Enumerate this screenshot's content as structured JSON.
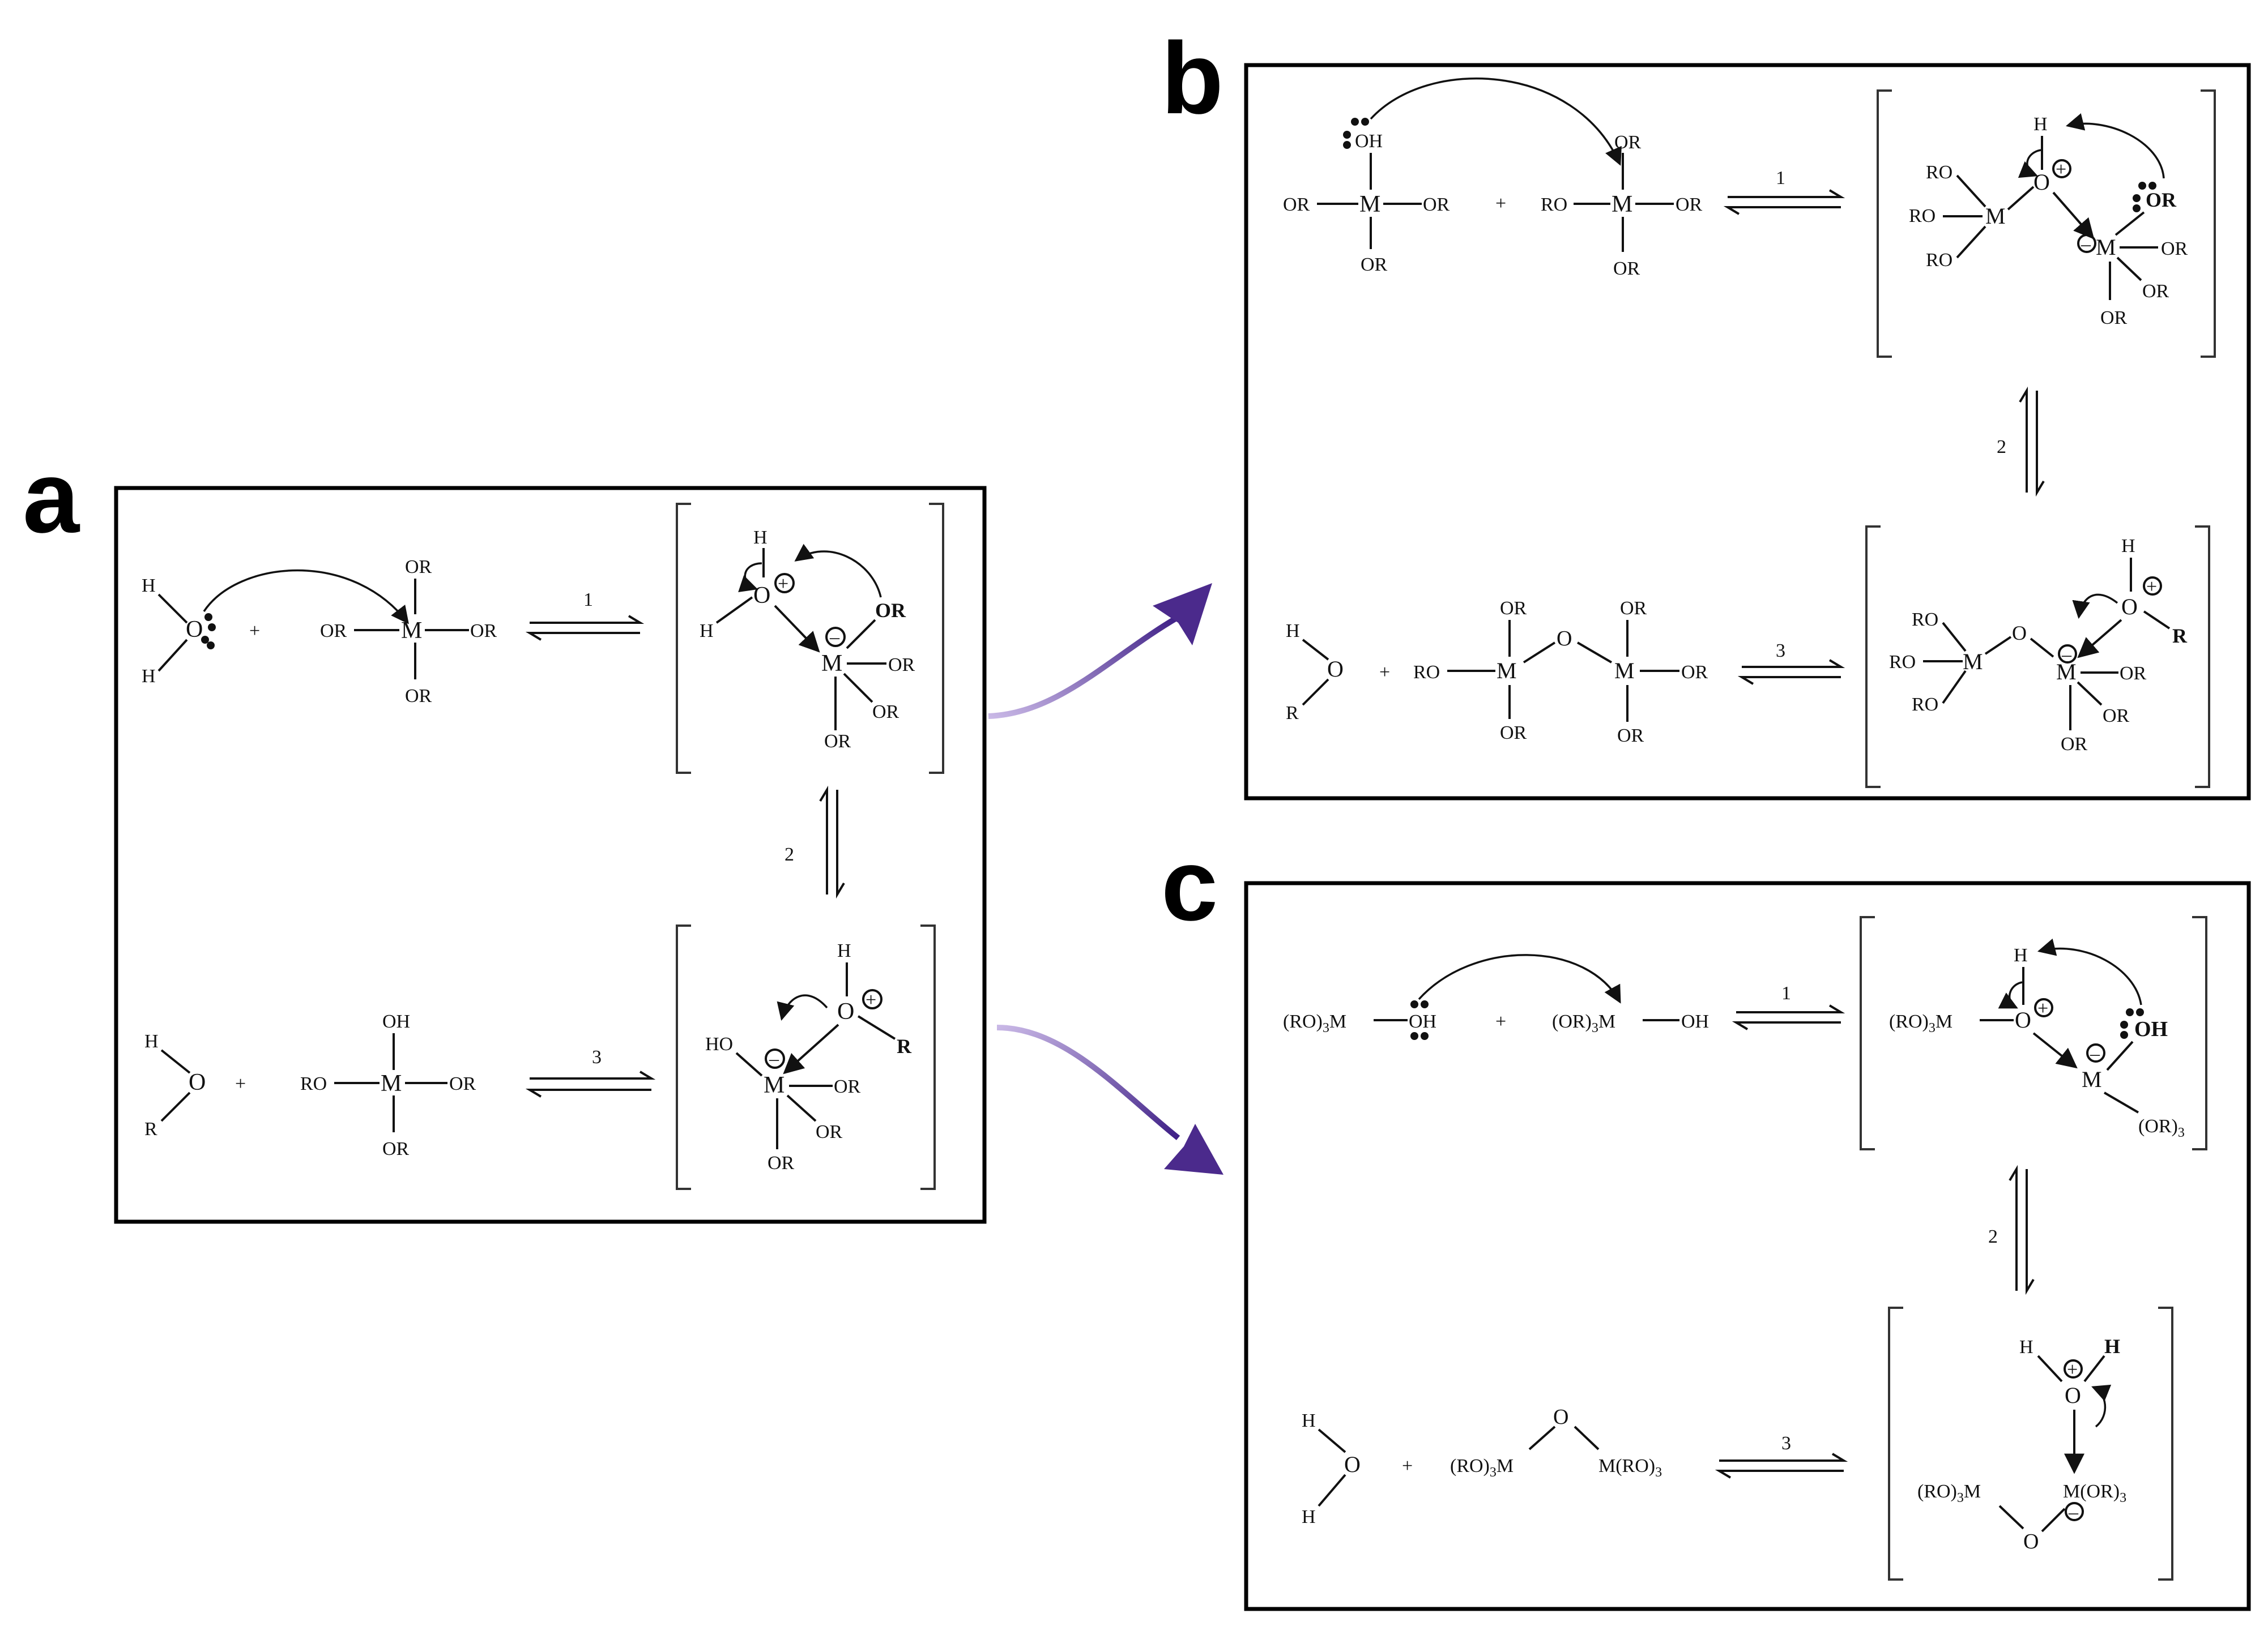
{
  "panels": {
    "a": {
      "letter": "a",
      "labels": {
        "H": "H",
        "O": "O",
        "M": "M",
        "OR": "OR",
        "RO": "RO",
        "OH": "OH",
        "HO": "HO",
        "R": "R",
        "plus": "+",
        "step1": "1",
        "step2": "2",
        "step3": "3"
      }
    },
    "b": {
      "letter": "b",
      "labels": {
        "H": "H",
        "O": "O",
        "M": "M",
        "OR": "OR",
        "RO": "RO",
        "OH": "OH",
        "R": "R",
        "plus": "+",
        "step1": "1",
        "step2": "2",
        "step3": "3"
      }
    },
    "c": {
      "letter": "c",
      "labels": {
        "H": "H",
        "O": "O",
        "M": "M",
        "OH": "OH",
        "RO3M": "(RO)",
        "OR3M": "(OR)",
        "sub3": "3",
        "Mdash": "M",
        "MRO3": "M(RO)",
        "MOR3": "M(OR)",
        "OR3": "(OR)",
        "plus": "+",
        "step1": "1",
        "step2": "2",
        "step3": "3"
      }
    }
  },
  "colors": {
    "connector_arrow": "#4b2a8c",
    "frame": "#000000"
  }
}
